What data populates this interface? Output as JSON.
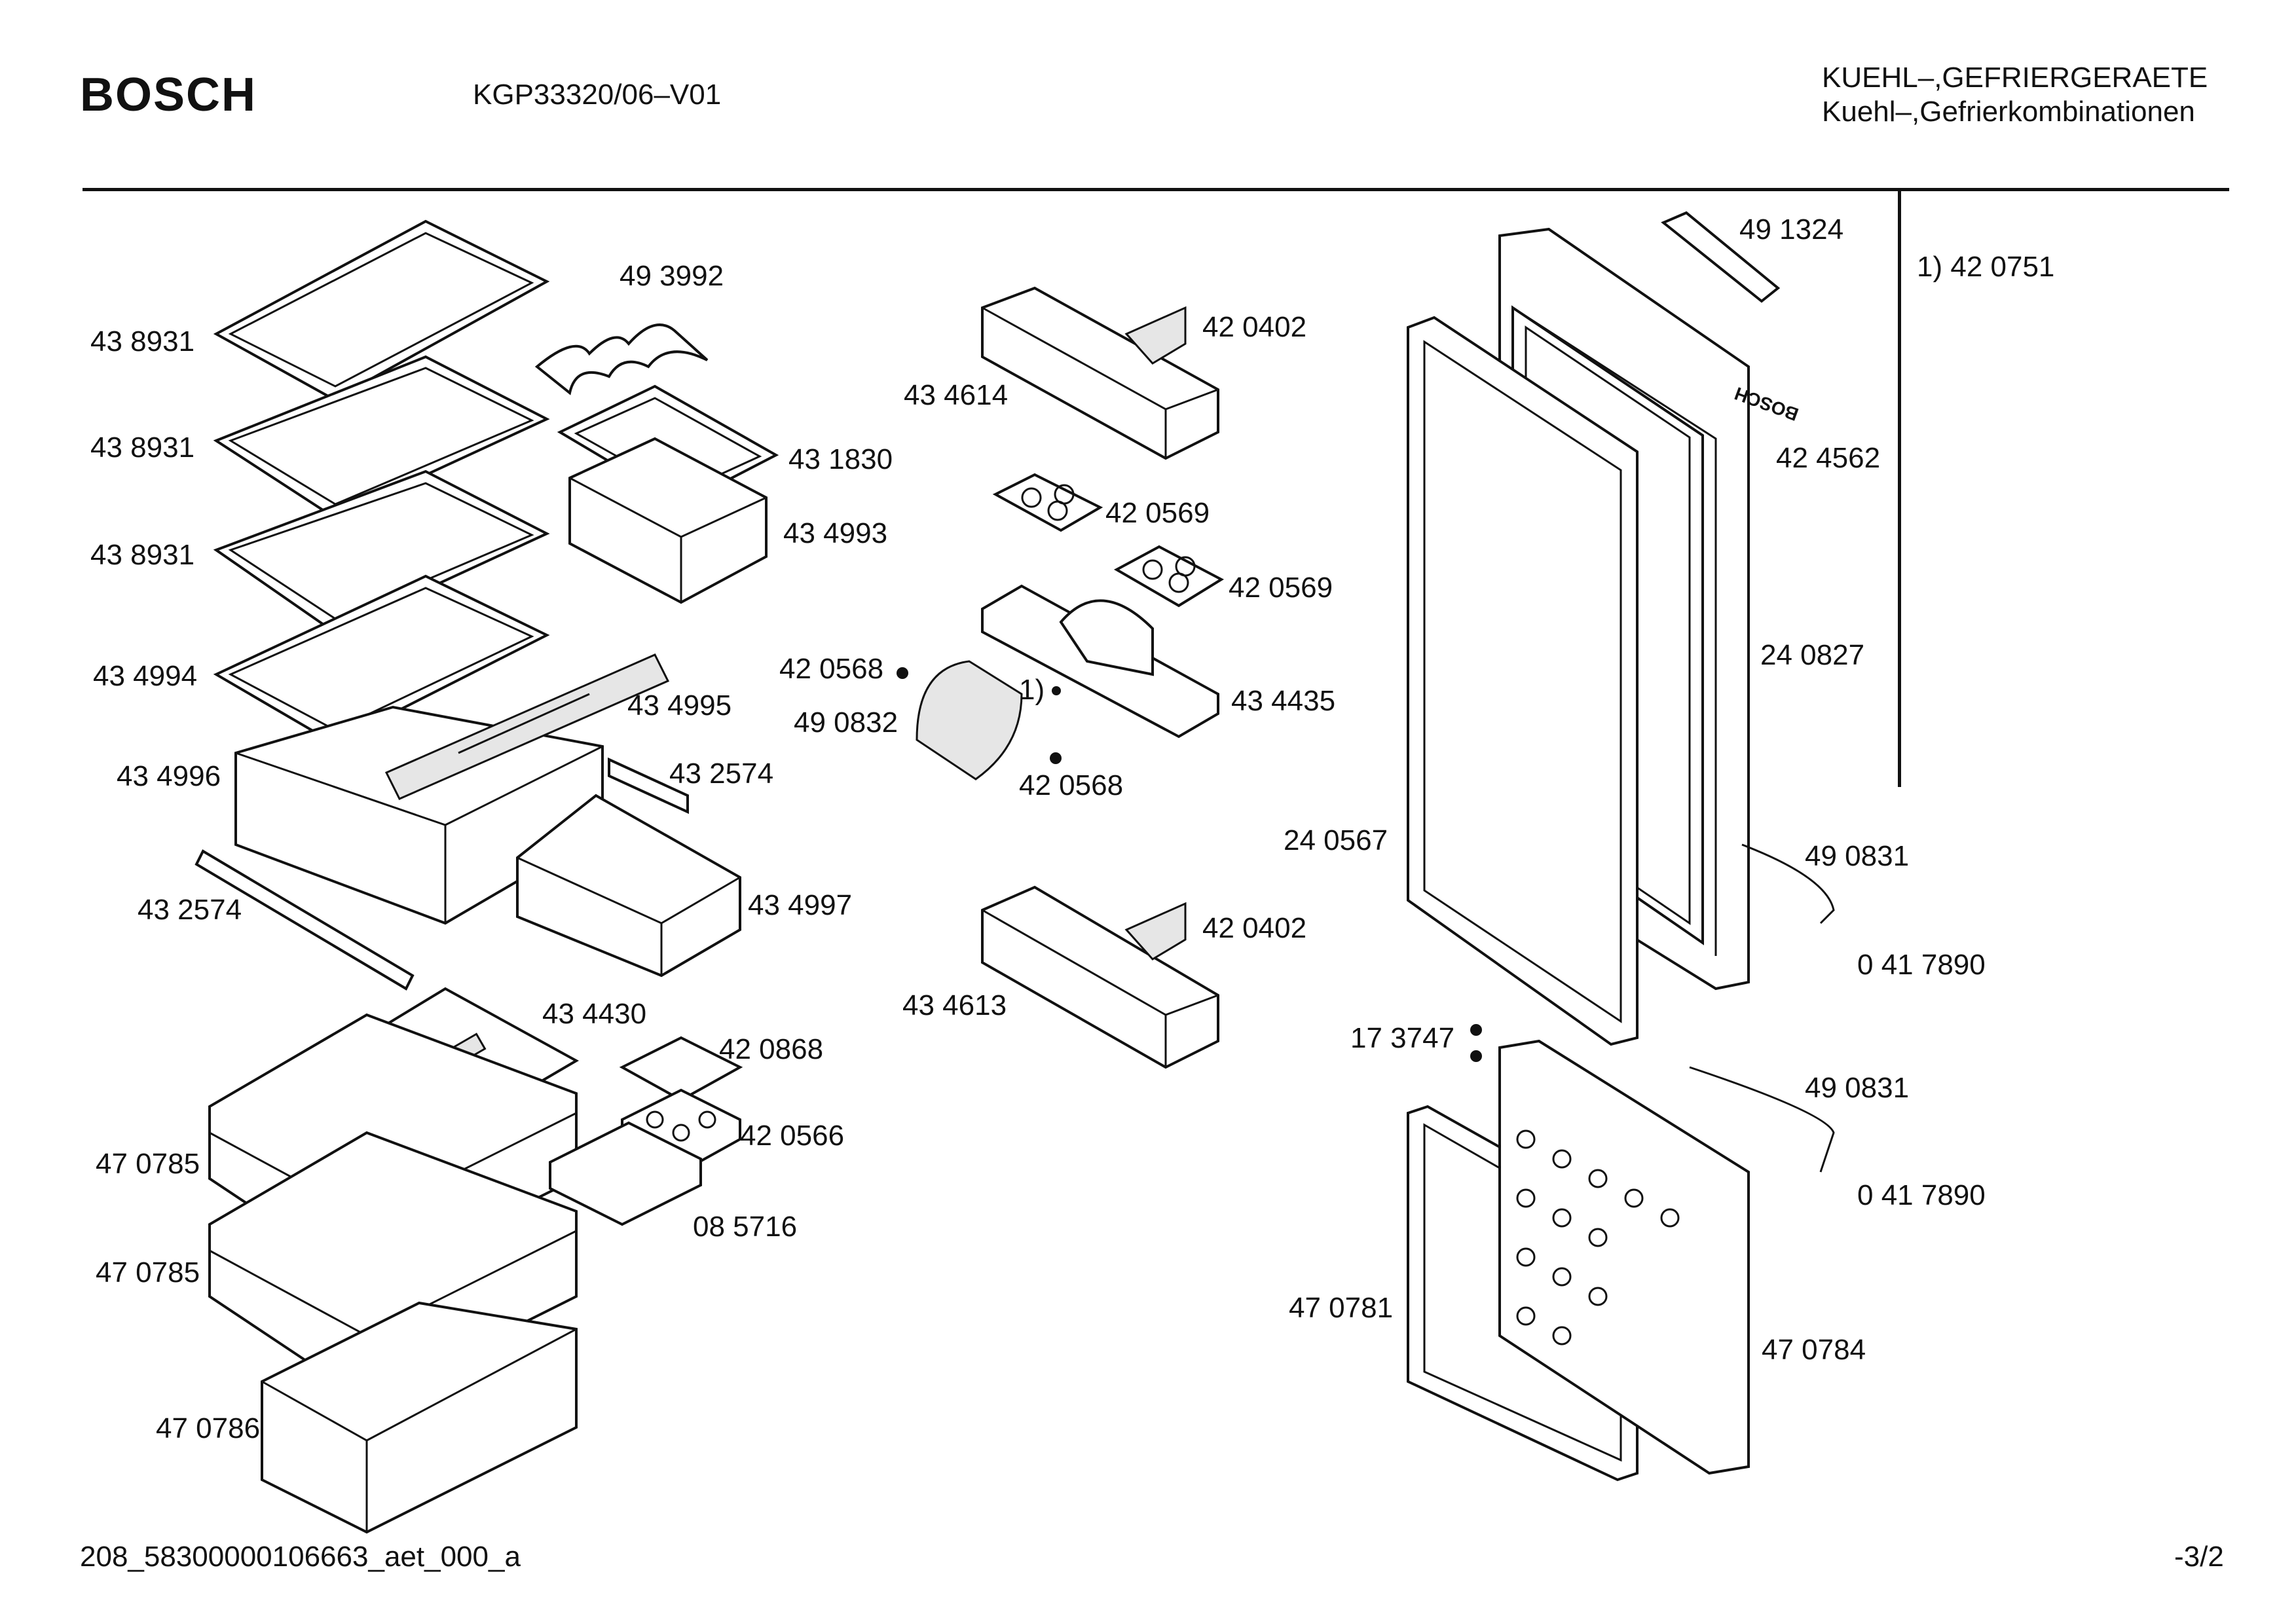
{
  "header": {
    "brand": "BOSCH",
    "model": "KGP33320/06–V01",
    "category_line1": "KUEHL–,GEFRIERGERAETE",
    "category_line2": "Kuehl–,Gefrierkombinationen"
  },
  "footer": {
    "document_id": "208_58300000106663_aet_000_a",
    "page": "-3/2"
  },
  "footnote": "1)  42 0751",
  "door_logo_text": "BOSCH",
  "part_labels": {
    "glass_shelf_1": "43 8931",
    "glass_shelf_2": "43 8931",
    "glass_shelf_3": "43 8931",
    "shelf_4": "43 4994",
    "crisper_drawer": "43 4996",
    "rail_left": "43 2574",
    "bottle_rack": "49 3992",
    "drawer_frame": "43 1830",
    "small_drawer": "43 4993",
    "crisper_cover": "43 4995",
    "rail_right": "43 2574",
    "crisper_box": "43 4997",
    "freezer_drawer_1": "47 0785",
    "freezer_drawer_2": "47 0785",
    "freezer_drawer_bottom": "47 0786",
    "freezer_lid": "43 4430",
    "ice_tray_lid": "42 0868",
    "ice_tray": "42 0566",
    "cold_pack": "08 5716",
    "door_shelf_top": "43 4614",
    "divider_top": "42 0402",
    "egg_tray_1": "42 0569",
    "egg_tray_2": "42 0569",
    "butter_shelf": "43 4435",
    "screw_top": "42 0568",
    "butter_flap": "49 0832",
    "screw_bottom": "42 0568",
    "footnote_ref": "1)",
    "door_shelf_bottom": "43 4613",
    "divider_bottom": "42 0402",
    "handle_top": "49 1324",
    "fridge_door": "42 4562",
    "door_liner": "24 0827",
    "door_gasket": "24 0567",
    "hinge_top": "49 0831",
    "cover_top": "0 41 7890",
    "screws_mid": "17 3747",
    "hinge_bottom": "49 0831",
    "cover_bottom": "0 41 7890",
    "freezer_gasket": "47 0781",
    "freezer_door": "47 0784"
  }
}
